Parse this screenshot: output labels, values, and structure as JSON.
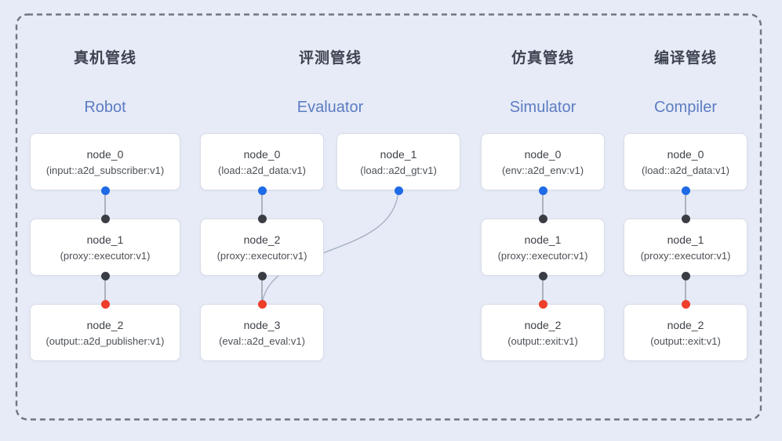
{
  "diagram": {
    "kind": "pipeline-graph"
  },
  "pipelines": [
    {
      "title": "真机管线",
      "subtitle": "Robot",
      "nodes": [
        {
          "name": "node_0",
          "type": "(input::a2d_subscriber:v1)"
        },
        {
          "name": "node_1",
          "type": "(proxy::executor:v1)"
        },
        {
          "name": "node_2",
          "type": "(output::a2d_publisher:v1)"
        }
      ]
    },
    {
      "title": "评测管线",
      "subtitle": "Evaluator",
      "nodes": [
        {
          "name": "node_0",
          "type": "(load::a2d_data:v1)"
        },
        {
          "name": "node_1",
          "type": "(load::a2d_gt:v1)"
        },
        {
          "name": "node_2",
          "type": "(proxy::executor:v1)"
        },
        {
          "name": "node_3",
          "type": "(eval::a2d_eval:v1)"
        }
      ]
    },
    {
      "title": "仿真管线",
      "subtitle": "Simulator",
      "nodes": [
        {
          "name": "node_0",
          "type": "(env::a2d_env:v1)"
        },
        {
          "name": "node_1",
          "type": "(proxy::executor:v1)"
        },
        {
          "name": "node_2",
          "type": "(output::exit:v1)"
        }
      ]
    },
    {
      "title": "编译管线",
      "subtitle": "Compiler",
      "nodes": [
        {
          "name": "node_0",
          "type": "(load::a2d_data:v1)"
        },
        {
          "name": "node_1",
          "type": "(proxy::executor:v1)"
        },
        {
          "name": "node_2",
          "type": "(output::exit:v1)"
        }
      ]
    }
  ],
  "edges": [
    {
      "from": "Robot/node_0",
      "to": "Robot/node_1"
    },
    {
      "from": "Robot/node_1",
      "to": "Robot/node_2"
    },
    {
      "from": "Evaluator/node_0",
      "to": "Evaluator/node_2"
    },
    {
      "from": "Evaluator/node_1",
      "to": "Evaluator/node_3"
    },
    {
      "from": "Evaluator/node_2",
      "to": "Evaluator/node_3"
    },
    {
      "from": "Simulator/node_0",
      "to": "Simulator/node_1"
    },
    {
      "from": "Simulator/node_1",
      "to": "Simulator/node_2"
    },
    {
      "from": "Compiler/node_0",
      "to": "Compiler/node_1"
    },
    {
      "from": "Compiler/node_1",
      "to": "Compiler/node_2"
    }
  ],
  "colors": {
    "background": "#e6ebf7",
    "node-bg": "#ffffff",
    "node-border": "#d9dde6",
    "cn-title": "#3d4350",
    "en-title": "#5d7cc2",
    "node-name": "#3e4248",
    "node-type": "#4c5056",
    "edge": "#8d939d",
    "curve": "#a3adbf",
    "dash-border": "#6f7681",
    "port-output": "#1f6ae6",
    "port-input": "#3a3e44",
    "port-eval": "#ee3e2b"
  }
}
